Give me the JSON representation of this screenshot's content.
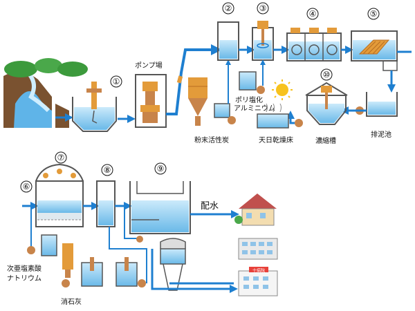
{
  "labels": {
    "pump_station": "ポンプ場",
    "powdered_carbon": "粉末活性炭",
    "pac": "ポリ塩化\nアルミニウム",
    "sun_dry_bed": "天日乾燥床",
    "thickener": "濃縮槽",
    "sludge_pond": "排泥池",
    "hypochlorite": "次亜塩素酸\nナトリウム",
    "slaked_lime": "消石灰",
    "distribution": "配水"
  },
  "step_numbers": [
    "①",
    "②",
    "③",
    "④",
    "⑤",
    "⑥",
    "⑦",
    "⑧",
    "⑨",
    "⑩"
  ],
  "hospital_sign": "十病院",
  "colors": {
    "pipe": "#1e7fd0",
    "water": "#9fd6f2",
    "water_dark": "#4aa8e0",
    "tank_outline": "#555555",
    "pump": "#c8844a",
    "machine": "#e39b3a",
    "sun": "#f7c21d",
    "hill": "#7a5230",
    "tree": "#3c9a3c"
  }
}
